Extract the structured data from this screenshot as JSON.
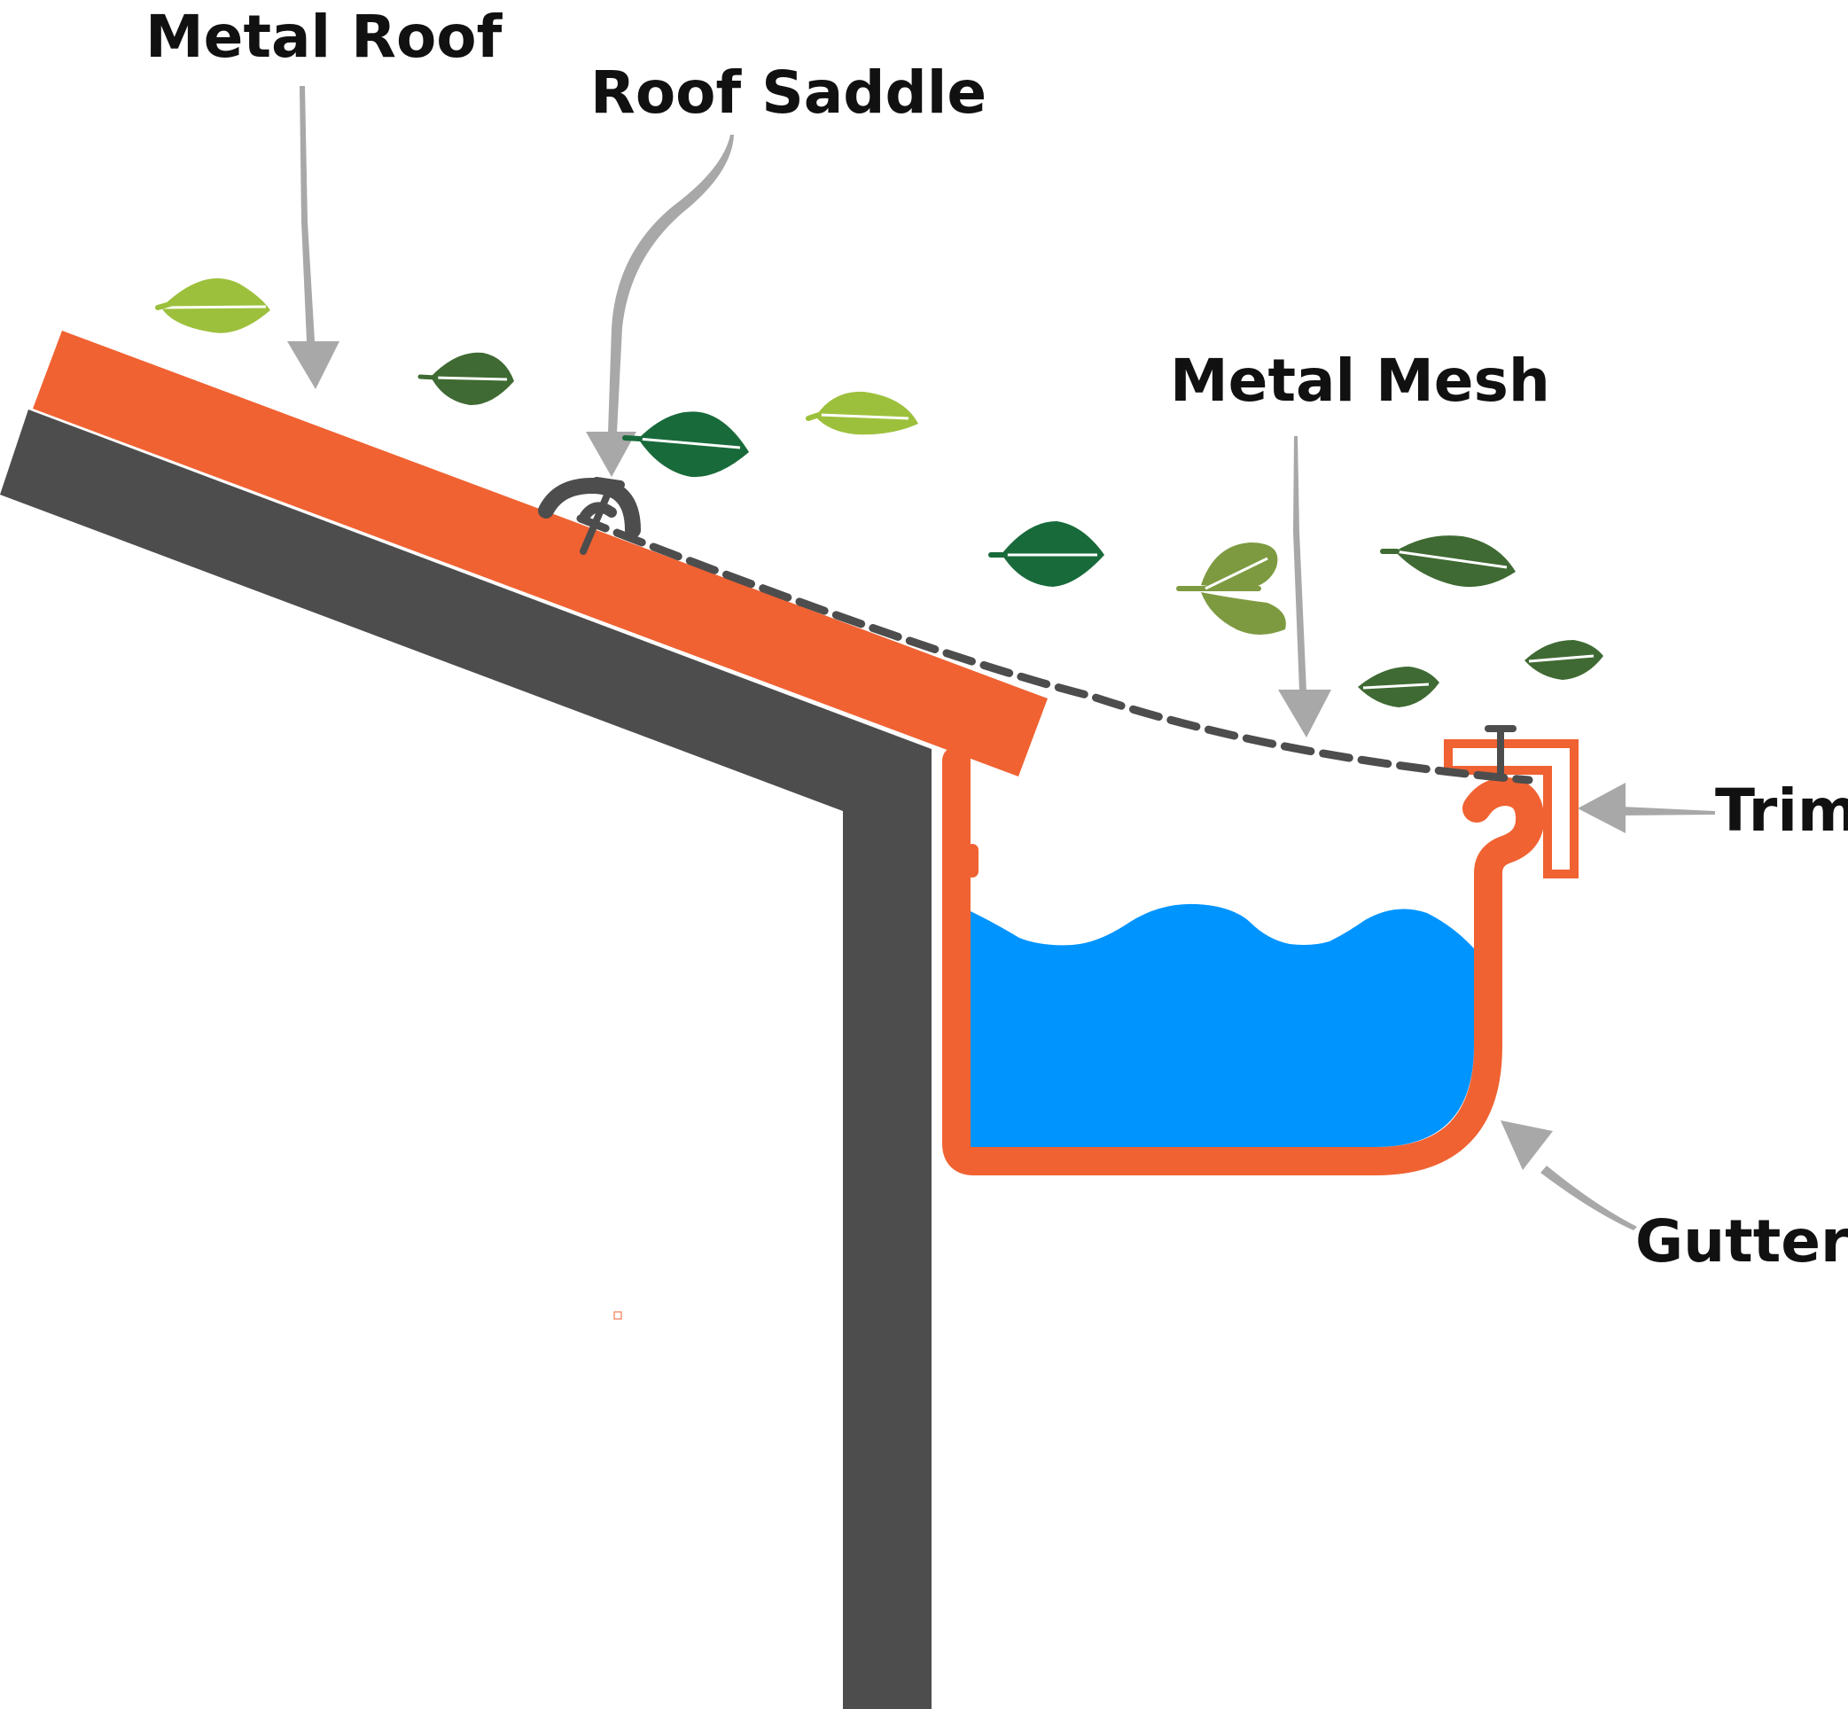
{
  "labels": {
    "metal_roof": "Metal Roof",
    "roof_saddle": "Roof Saddle",
    "metal_mesh": "Metal Mesh",
    "trim": "Trim",
    "gutter": "Gutter"
  },
  "colors": {
    "roof_orange": "#F06232",
    "wall_dark": "#4D4D4D",
    "water_blue": "#0094FF",
    "arrow_gray": "#A8A8A8",
    "leaf_light_green": "#9DC03C",
    "leaf_dark_green": "#3F6A33",
    "leaf_deep_green": "#186A3A",
    "leaf_olive": "#7E9A41",
    "text": "#111111"
  },
  "icons": [
    "leaf-icon",
    "roof-saddle-icon",
    "trim-clip-icon"
  ]
}
